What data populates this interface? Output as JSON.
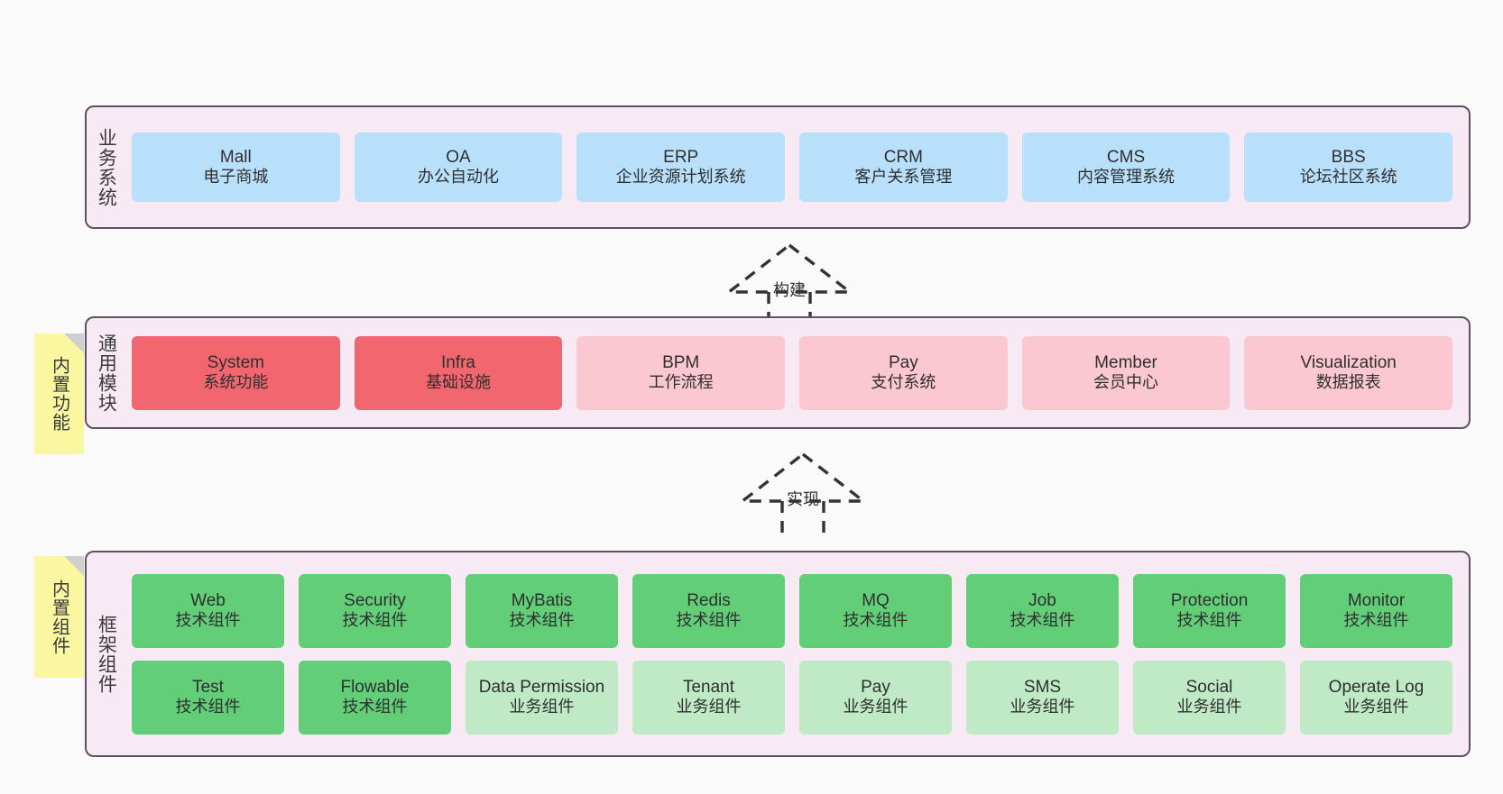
{
  "canvas": {
    "background": "#fafafa",
    "panel_fill": "#f7eaf4",
    "panel_border": "#5f5160",
    "note_fill": "#fbf6a0",
    "note_fold": "#cfcfcf",
    "colors": {
      "blue": "#b8e0fb",
      "red": "#f2676f",
      "pink": "#fbc7d0",
      "green": "#63ce78",
      "light_green": "#c0e9c6"
    }
  },
  "layers": [
    {
      "id": "business-system",
      "title": "业务系统",
      "rows": [
        {
          "items": [
            {
              "name": "Mall",
              "subtitle": "电子商城",
              "color": "blue"
            },
            {
              "name": "OA",
              "subtitle": "办公自动化",
              "color": "blue"
            },
            {
              "name": "ERP",
              "subtitle": "企业资源计划系统",
              "color": "blue"
            },
            {
              "name": "CRM",
              "subtitle": "客户关系管理",
              "color": "blue"
            },
            {
              "name": "CMS",
              "subtitle": "内容管理系统",
              "color": "blue"
            },
            {
              "name": "BBS",
              "subtitle": "论坛社区系统",
              "color": "blue"
            }
          ]
        }
      ]
    },
    {
      "id": "common-module",
      "title": "通用模块",
      "note": "内置功能",
      "rows": [
        {
          "items": [
            {
              "name": "System",
              "subtitle": "系统功能",
              "color": "red"
            },
            {
              "name": "Infra",
              "subtitle": "基础设施",
              "color": "red"
            },
            {
              "name": "BPM",
              "subtitle": "工作流程",
              "color": "pink"
            },
            {
              "name": "Pay",
              "subtitle": "支付系统",
              "color": "pink"
            },
            {
              "name": "Member",
              "subtitle": "会员中心",
              "color": "pink"
            },
            {
              "name": "Visualization",
              "subtitle": "数据报表",
              "color": "pink"
            }
          ]
        }
      ]
    },
    {
      "id": "framework-component",
      "title": "框架组件",
      "note": "内置组件",
      "rows": [
        {
          "items": [
            {
              "name": "Web",
              "subtitle": "技术组件",
              "color": "green"
            },
            {
              "name": "Security",
              "subtitle": "技术组件",
              "color": "green"
            },
            {
              "name": "MyBatis",
              "subtitle": "技术组件",
              "color": "green"
            },
            {
              "name": "Redis",
              "subtitle": "技术组件",
              "color": "green"
            },
            {
              "name": "MQ",
              "subtitle": "技术组件",
              "color": "green"
            },
            {
              "name": "Job",
              "subtitle": "技术组件",
              "color": "green"
            },
            {
              "name": "Protection",
              "subtitle": "技术组件",
              "color": "green"
            },
            {
              "name": "Monitor",
              "subtitle": "技术组件",
              "color": "green"
            }
          ]
        },
        {
          "items": [
            {
              "name": "Test",
              "subtitle": "技术组件",
              "color": "green"
            },
            {
              "name": "Flowable",
              "subtitle": "技术组件",
              "color": "green"
            },
            {
              "name": "Data Permission",
              "subtitle": "业务组件",
              "color": "light_green",
              "wrap": true
            },
            {
              "name": "Tenant",
              "subtitle": "业务组件",
              "color": "light_green"
            },
            {
              "name": "Pay",
              "subtitle": "业务组件",
              "color": "light_green"
            },
            {
              "name": "SMS",
              "subtitle": "业务组件",
              "color": "light_green"
            },
            {
              "name": "Social",
              "subtitle": "业务组件",
              "color": "light_green"
            },
            {
              "name": "Operate Log",
              "subtitle": "业务组件",
              "color": "light_green"
            }
          ]
        }
      ]
    }
  ],
  "connectors": [
    {
      "id": "build",
      "label": "构建"
    },
    {
      "id": "implement",
      "label": "实现"
    }
  ]
}
